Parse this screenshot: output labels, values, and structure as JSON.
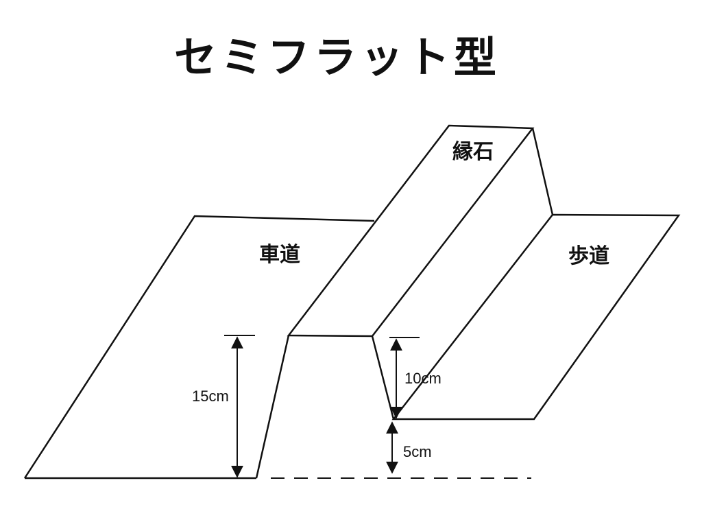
{
  "title": "セミフラット型",
  "labels": {
    "roadway": "車道",
    "curb": "縁石",
    "sidewalk": "歩道"
  },
  "dimensions": {
    "curb_height_from_road": "15cm",
    "curb_height_from_sidewalk": "10cm",
    "sidewalk_height_from_road": "5cm"
  },
  "colors": {
    "line": "#111111",
    "background": "#ffffff"
  }
}
